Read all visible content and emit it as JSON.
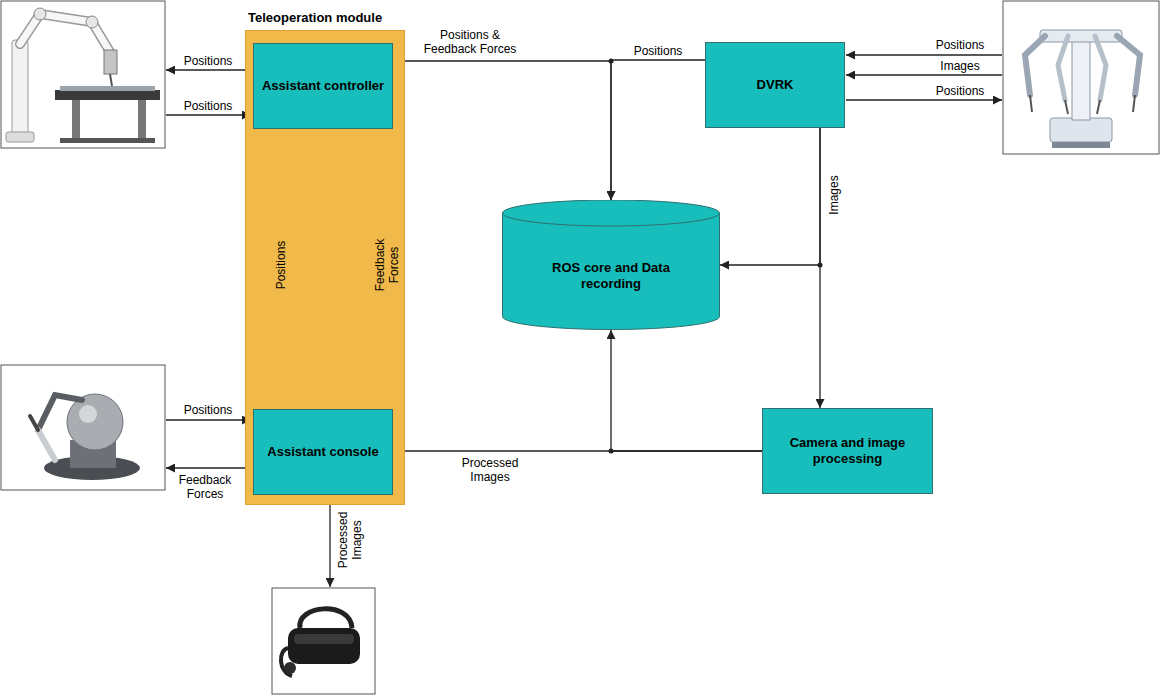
{
  "diagram": {
    "nodes": [
      {
        "text": [
          "Teleoperation module"
        ]
      },
      {
        "text": [
          "Assistant controller"
        ],
        "in": 0
      },
      {
        "text": [
          "Assistant console"
        ],
        "in": 0
      },
      {
        "text": [
          "DVRK"
        ]
      },
      {
        "text": [
          "ROS core and Data recording"
        ]
      },
      {
        "text": [
          "Camera and image processing"
        ]
      }
    ],
    "edges": [
      {
        "from": 1,
        "to": 4,
        "arrow": "to",
        "label": "Positions & Feedback Forces"
      },
      {
        "from": 3,
        "to": 4,
        "arrow": "to",
        "label": "Positions"
      },
      {
        "from": 3,
        "to": 4,
        "arrow": "to"
      },
      {
        "from": 3,
        "to": 5,
        "arrow": "to",
        "label": "Images"
      },
      {
        "from": 5,
        "to": 2,
        "arrow": "to",
        "label": "Processed Images"
      },
      {
        "from": 5,
        "to": 4,
        "arrow": "to"
      },
      {
        "from": 2,
        "to": 1,
        "arrow": "to",
        "label": "Positions"
      },
      {
        "from": 1,
        "to": 2,
        "arrow": "to",
        "label": "Feedback Forces"
      }
    ],
    "labels": [
      "Positions",
      "Positions",
      "Positions",
      "Images",
      "Positions",
      "Positions",
      "Feedback Forces",
      "Processed Images"
    ]
  }
}
